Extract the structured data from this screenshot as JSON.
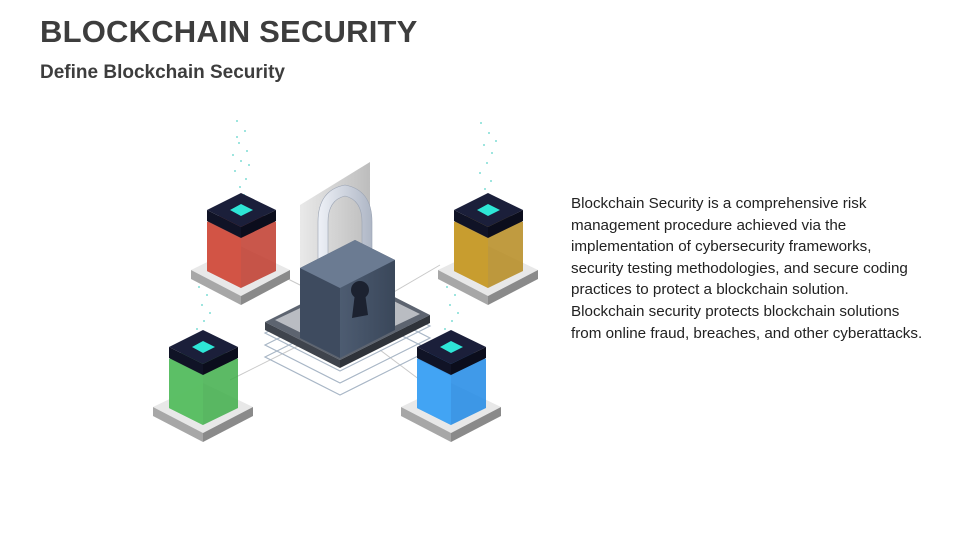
{
  "slide": {
    "title": "BLOCKCHAIN SECURITY",
    "subtitle": "Define Blockchain Security",
    "body": "Blockchain Security is a comprehensive risk management procedure achieved via the implementation of cybersecurity frameworks, security testing methodologies, and secure coding practices to protect a blockchain solution. Blockchain security protects blockchain solutions from online fraud, breaches, and other cyberattacks."
  },
  "illustration": {
    "center_icon": "padlock-icon",
    "nodes": [
      {
        "icon": "cube-node-icon",
        "color": "#c0392b"
      },
      {
        "icon": "cube-node-icon",
        "color": "#b58a1e"
      },
      {
        "icon": "cube-node-icon",
        "color": "#3fae4a"
      },
      {
        "icon": "cube-node-icon",
        "color": "#1e88e5"
      }
    ]
  },
  "colors": {
    "text": "#3d3d3d",
    "lock_body": "#4a5a70",
    "cube_top": "#1b1f3a",
    "glow": "#2ee6d6"
  }
}
